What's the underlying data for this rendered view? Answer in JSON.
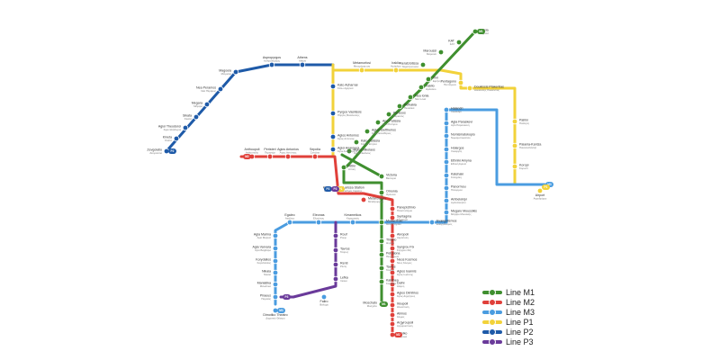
{
  "lines": [
    {
      "id": "M1",
      "legend": "Line M1",
      "color": "#3f8f2f"
    },
    {
      "id": "M2",
      "legend": "Line M2",
      "color": "#e0403a"
    },
    {
      "id": "M3",
      "legend": "Line M3",
      "color": "#4a9ce0"
    },
    {
      "id": "P1",
      "legend": "Line P1",
      "color": "#f2d23a"
    },
    {
      "id": "P2",
      "legend": "Line P2",
      "color": "#1e5aa8"
    },
    {
      "id": "P3",
      "legend": "Line P3",
      "color": "#6a3a9a"
    }
  ],
  "stations": [
    {
      "name": "Kifisia",
      "sub": "Κηφισιά"
    },
    {
      "name": "KAT",
      "sub": "ΚΑΤ"
    },
    {
      "name": "Maroussi",
      "sub": "Μαρούσι"
    },
    {
      "name": "Neratziotissa",
      "sub": "Νερατζιώτισσα"
    },
    {
      "name": "Irini",
      "sub": "Ειρήνη"
    },
    {
      "name": "Iraklio",
      "sub": "Ηράκλειο"
    },
    {
      "name": "Nea Ionia",
      "sub": "Νέα Ιωνία"
    },
    {
      "name": "Pefkakia",
      "sub": "Πευκάκια"
    },
    {
      "name": "Perissos",
      "sub": "Περισσός"
    },
    {
      "name": "Ano Patissia",
      "sub": "Άνω Πατήσια"
    },
    {
      "name": "Agios Eleftherios",
      "sub": "Άγιος Ελευθέριος"
    },
    {
      "name": "Kato Patissia",
      "sub": "Κάτω Πατήσια"
    },
    {
      "name": "Agios Nikolaos",
      "sub": "Άγιος Νικόλαος"
    },
    {
      "name": "Attiki",
      "sub": "Αττική"
    },
    {
      "name": "Victoria",
      "sub": "Βικτώρια"
    },
    {
      "name": "Omonia",
      "sub": "Ομόνοια"
    },
    {
      "name": "Monastiraki",
      "sub": "Μοναστηράκι"
    },
    {
      "name": "Thissio",
      "sub": "Θησείο"
    },
    {
      "name": "Petralona",
      "sub": "Πετράλωνα"
    },
    {
      "name": "Tavros",
      "sub": "Ταύρος"
    },
    {
      "name": "Kallithea",
      "sub": "Καλλιθέα"
    },
    {
      "name": "Moschato",
      "sub": "Μοσχάτο"
    },
    {
      "name": "Anthoupoli",
      "sub": "Ανθούπολη"
    },
    {
      "name": "Peristeri",
      "sub": "Περιστέρι"
    },
    {
      "name": "Agios Antonios",
      "sub": "Άγιος Αντώνιος"
    },
    {
      "name": "Sepolia",
      "sub": "Σεπόλια"
    },
    {
      "name": "Larissa Station",
      "sub": "Σταθμός Λαρίσης"
    },
    {
      "name": "Metaxourgio",
      "sub": "Μεταξουργείο"
    },
    {
      "name": "Panepistimio",
      "sub": "Πανεπιστήμιο"
    },
    {
      "name": "Syntagma",
      "sub": "Σύνταγμα"
    },
    {
      "name": "Akropoli",
      "sub": "Ακρόπολη"
    },
    {
      "name": "Syngrou Fix",
      "sub": "Συγγρού Φιξ"
    },
    {
      "name": "Neos Kosmos",
      "sub": "Νέος Κόσμος"
    },
    {
      "name": "Agios Ioannis",
      "sub": "Άγιος Ιωάννης"
    },
    {
      "name": "Dafni",
      "sub": "Δάφνη"
    },
    {
      "name": "Agios Dimitrios",
      "sub": "Άγιος Δημήτριος"
    },
    {
      "name": "Ilioupoli",
      "sub": "Ηλιούπολη"
    },
    {
      "name": "Alimos",
      "sub": "Άλιμος"
    },
    {
      "name": "Argyroupoli",
      "sub": "Αργυρούπολη"
    },
    {
      "name": "Elliniko",
      "sub": "Ελληνικό"
    },
    {
      "name": "Egaleo",
      "sub": "Αιγάλεω"
    },
    {
      "name": "Eleonas",
      "sub": "Ελαιώνας"
    },
    {
      "name": "Kerameikos",
      "sub": "Κεραμεικός"
    },
    {
      "name": "Evangelismos",
      "sub": "Ευαγγελισμός"
    },
    {
      "name": "Megaro Moussikis",
      "sub": "Μέγαρο Μουσικής"
    },
    {
      "name": "Ambelokipi",
      "sub": "Αμπελόκηποι"
    },
    {
      "name": "Panormou",
      "sub": "Πανόρμου"
    },
    {
      "name": "Katehaki",
      "sub": "Κατεχάκη"
    },
    {
      "name": "Ethniki Amyna",
      "sub": "Εθνική Άμυνα"
    },
    {
      "name": "Holargos",
      "sub": "Χολαργός"
    },
    {
      "name": "Nomismatokopio",
      "sub": "Νομισματοκοπείο"
    },
    {
      "name": "Agia Paraskevi",
      "sub": "Αγία Παρασκευή"
    },
    {
      "name": "Halandri",
      "sub": "Χαλάνδρι"
    },
    {
      "name": "Doukissis Plakentias",
      "sub": "Δουκίσσης Πλακεντίας"
    },
    {
      "name": "Pallini",
      "sub": "Παλλήνη"
    },
    {
      "name": "Paiania-Kantza",
      "sub": "Παιανία-Κάντζα"
    },
    {
      "name": "Koropi",
      "sub": "Κορωπί"
    },
    {
      "name": "Airport",
      "sub": "Αεροδρόμιο"
    },
    {
      "name": "Agia Marina",
      "sub": "Αγία Μαρίνα"
    },
    {
      "name": "Agia Varvara",
      "sub": "Αγία Βαρβάρα"
    },
    {
      "name": "Korydallos",
      "sub": "Κορυδαλλός"
    },
    {
      "name": "Nikaia",
      "sub": "Νίκαια"
    },
    {
      "name": "Maniatika",
      "sub": "Μανιάτικα"
    },
    {
      "name": "Piraeus",
      "sub": "Πειραιάς"
    },
    {
      "name": "Dimotiko Theatro",
      "sub": "Δημοτικό Θέατρο"
    },
    {
      "name": "Faliro",
      "sub": "Φάληρο"
    },
    {
      "name": "Rouf",
      "sub": "Ρουφ"
    },
    {
      "name": "Tavros",
      "sub": "Ταύρος"
    },
    {
      "name": "Renti",
      "sub": "Ρέντη"
    },
    {
      "name": "Lefka",
      "sub": "Λεύκα"
    },
    {
      "name": "Metamorfosi",
      "sub": "Μεταμόρφωση"
    },
    {
      "name": "Iraklio",
      "sub": "Ηράκλειο"
    },
    {
      "name": "Pentagono",
      "sub": "Πεντάγωνο"
    },
    {
      "name": "Kato Acharnai",
      "sub": "Κάτω Αχαρναί"
    },
    {
      "name": "Pyrgos Vasilissis",
      "sub": "Πύργος Βασιλίσσης"
    },
    {
      "name": "Agios Antonios",
      "sub": "Άγιος Αντώνιος"
    },
    {
      "name": "Agioi Anargyroi",
      "sub": "Άγιοι Ανάργυροι"
    },
    {
      "name": "Aspropyrgos",
      "sub": "Ασπρόπυργος"
    },
    {
      "name": "Magoula",
      "sub": "Μαγούλα"
    },
    {
      "name": "Nea Peramos",
      "sub": "Νέα Πέραμος"
    },
    {
      "name": "Megara",
      "sub": "Μέγαρα"
    },
    {
      "name": "Sikata",
      "sub": "Σίκατα"
    },
    {
      "name": "Agioi Theodoroi",
      "sub": "Άγιοι Θεόδωροι"
    },
    {
      "name": "Kineta",
      "sub": "Κινέτα"
    },
    {
      "name": "Zevgolatio",
      "sub": "Ζευγολατιό"
    },
    {
      "name": "Kiato",
      "sub": "Κιάτο"
    },
    {
      "name": "Athens",
      "sub": "Αθήνα"
    },
    {
      "name": "S. Liosia A",
      "sub": "Σ. Λιοσίων"
    }
  ],
  "terminals": [
    {
      "text": "M1"
    },
    {
      "text": "M1"
    },
    {
      "text": "M2"
    },
    {
      "text": "M2"
    },
    {
      "text": "M3"
    },
    {
      "text": "M3"
    },
    {
      "text": "P1"
    },
    {
      "text": "P1"
    },
    {
      "text": "P2"
    },
    {
      "text": "P2"
    },
    {
      "text": "P3"
    },
    {
      "text": "P3"
    }
  ]
}
